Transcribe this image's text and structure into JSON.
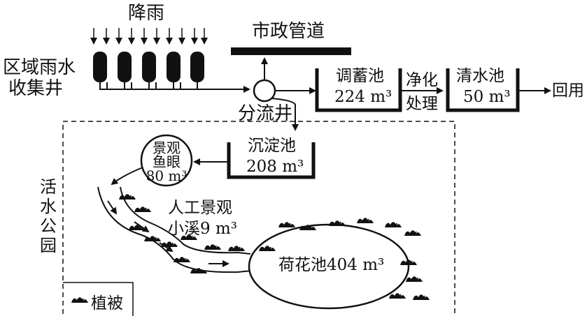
{
  "labels": {
    "rainfall": "降雨",
    "catchment_line1": "区域雨水",
    "catchment_line2": "收集井",
    "municipal_pipe": "市政管道",
    "diversion_well": "分流井",
    "regulating_pool_name": "调蓄池",
    "regulating_pool_volume": "224 m³",
    "purification_line1": "净化",
    "purification_line2": "处理",
    "clear_pool_name": "清水池",
    "clear_pool_volume": "50 m³",
    "reuse": "回用",
    "settling_pool_name": "沉淀池",
    "settling_pool_volume": "208 m³",
    "fish_eye_line1": "景观",
    "fish_eye_line2": "鱼眼",
    "fish_eye_volume": "80 m³",
    "park": "活水公园",
    "stream_line1": "人工景观",
    "stream_line2": "小溪9 m³",
    "lotus_pond": "荷花池404 m³",
    "legend_vegetation": "植被"
  },
  "icons": {
    "vegetation": "vegetation-icon",
    "collection_well": "collection-well-icon",
    "flow_arrow": "arrow-icon"
  }
}
